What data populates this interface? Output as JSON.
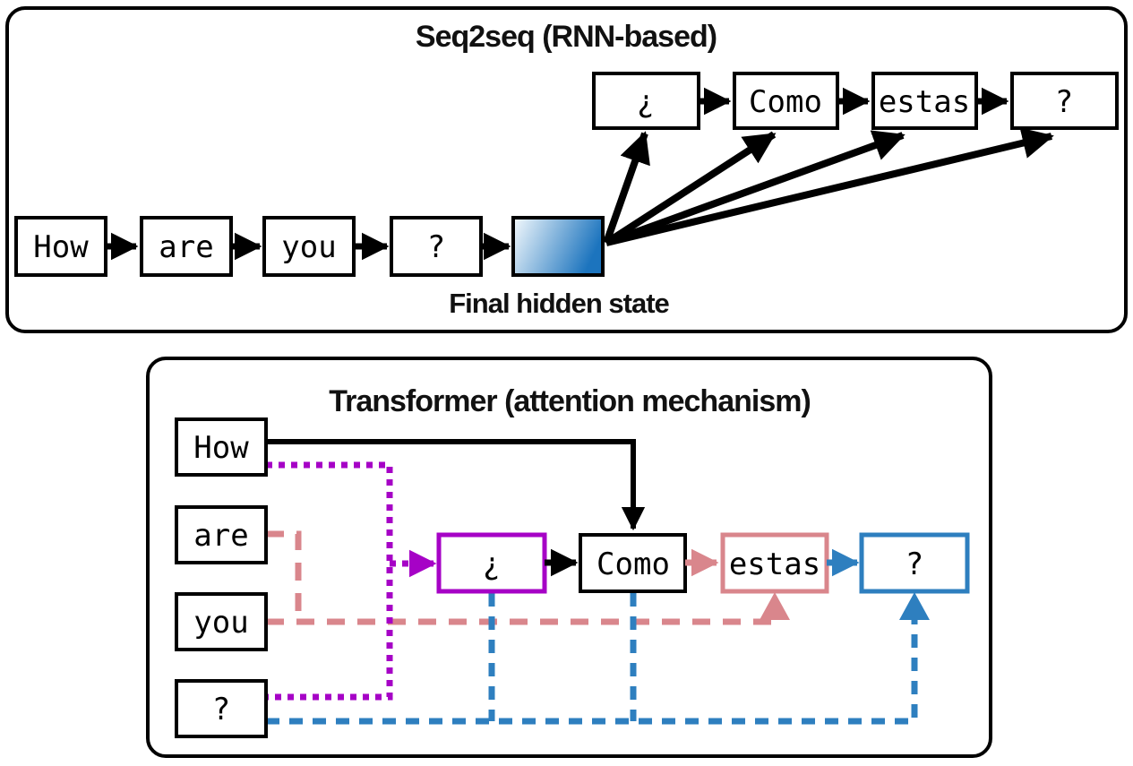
{
  "colors": {
    "black": "#000000",
    "purple": "#a602c6",
    "pink": "#d9868c",
    "blue": "#2e7fbf",
    "hidden_gradient_start": "#f5fafd",
    "hidden_gradient_end": "#1c74be"
  },
  "seq2seq": {
    "title": "Seq2seq (RNN-based)",
    "encoder_tokens": [
      "How",
      "are",
      "you",
      "?"
    ],
    "hidden_state_label": "Final hidden state",
    "decoder_tokens": [
      "¿",
      "Como",
      "estas",
      "?"
    ]
  },
  "transformer": {
    "title": "Transformer (attention mechanism)",
    "input_tokens": [
      "How",
      "are",
      "you",
      "?"
    ],
    "output_tokens": [
      "¿",
      "Como",
      "estas",
      "?"
    ]
  }
}
